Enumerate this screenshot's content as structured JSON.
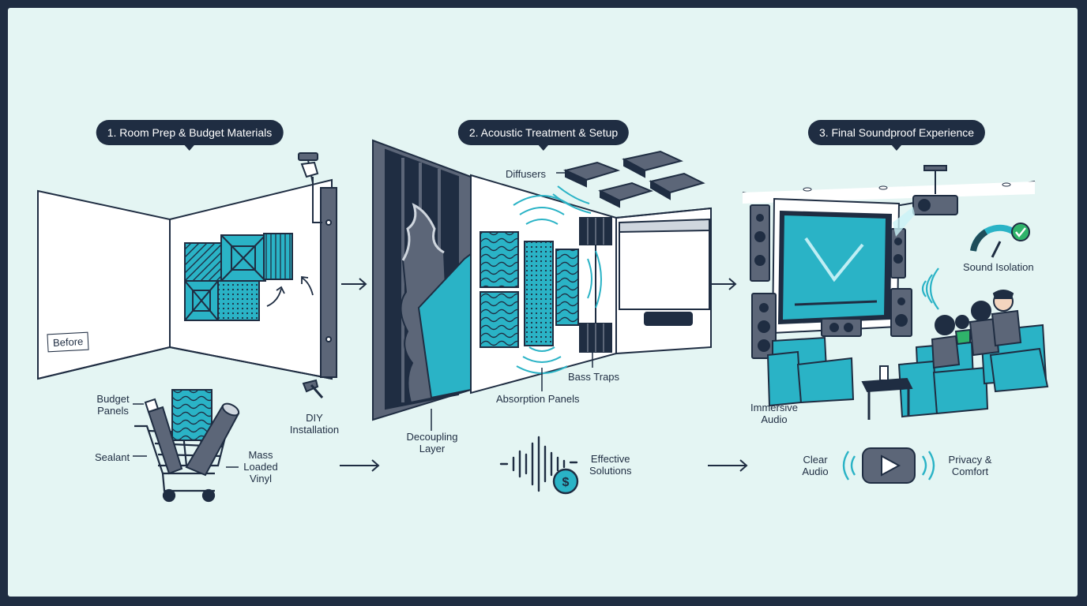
{
  "steps": [
    {
      "title": "1. Room Prep & Budget Materials"
    },
    {
      "title": "2. Acoustic Treatment & Setup"
    },
    {
      "title": "3. Final Soundproof Experience"
    }
  ],
  "step1": {
    "before": "Before",
    "budget_panels": "Budget\nPanels",
    "sealant": "Sealant",
    "mass_loaded_vinyl": "Mass\nLoaded\nVinyl",
    "diy_installation": "DIY\nInstallation"
  },
  "step2": {
    "diffusers": "Diffusers",
    "bass_traps": "Bass Traps",
    "absorption_panels": "Absorption Panels",
    "decoupling_layer": "Decoupling\nLayer",
    "effective_solutions": "Effective\nSolutions"
  },
  "step3": {
    "sound_isolation": "Sound Isolation",
    "immersive_audio": "Immersive\nAudio",
    "clear_audio": "Clear\nAudio",
    "privacy_comfort": "Privacy &\nComfort"
  },
  "colors": {
    "background": "#e4f5f3",
    "frame": "#1f2d42",
    "accent": "#2ab3c6",
    "slate": "#5c6678",
    "gauge_ok": "#2fb36a"
  },
  "icons": [
    "hammer-hand-icon",
    "hammer-icon",
    "shopping-cart-icon",
    "sound-wave-dollar-icon",
    "play-button-icon",
    "gauge-check-icon",
    "projector-icon",
    "arrow-right-icon"
  ]
}
